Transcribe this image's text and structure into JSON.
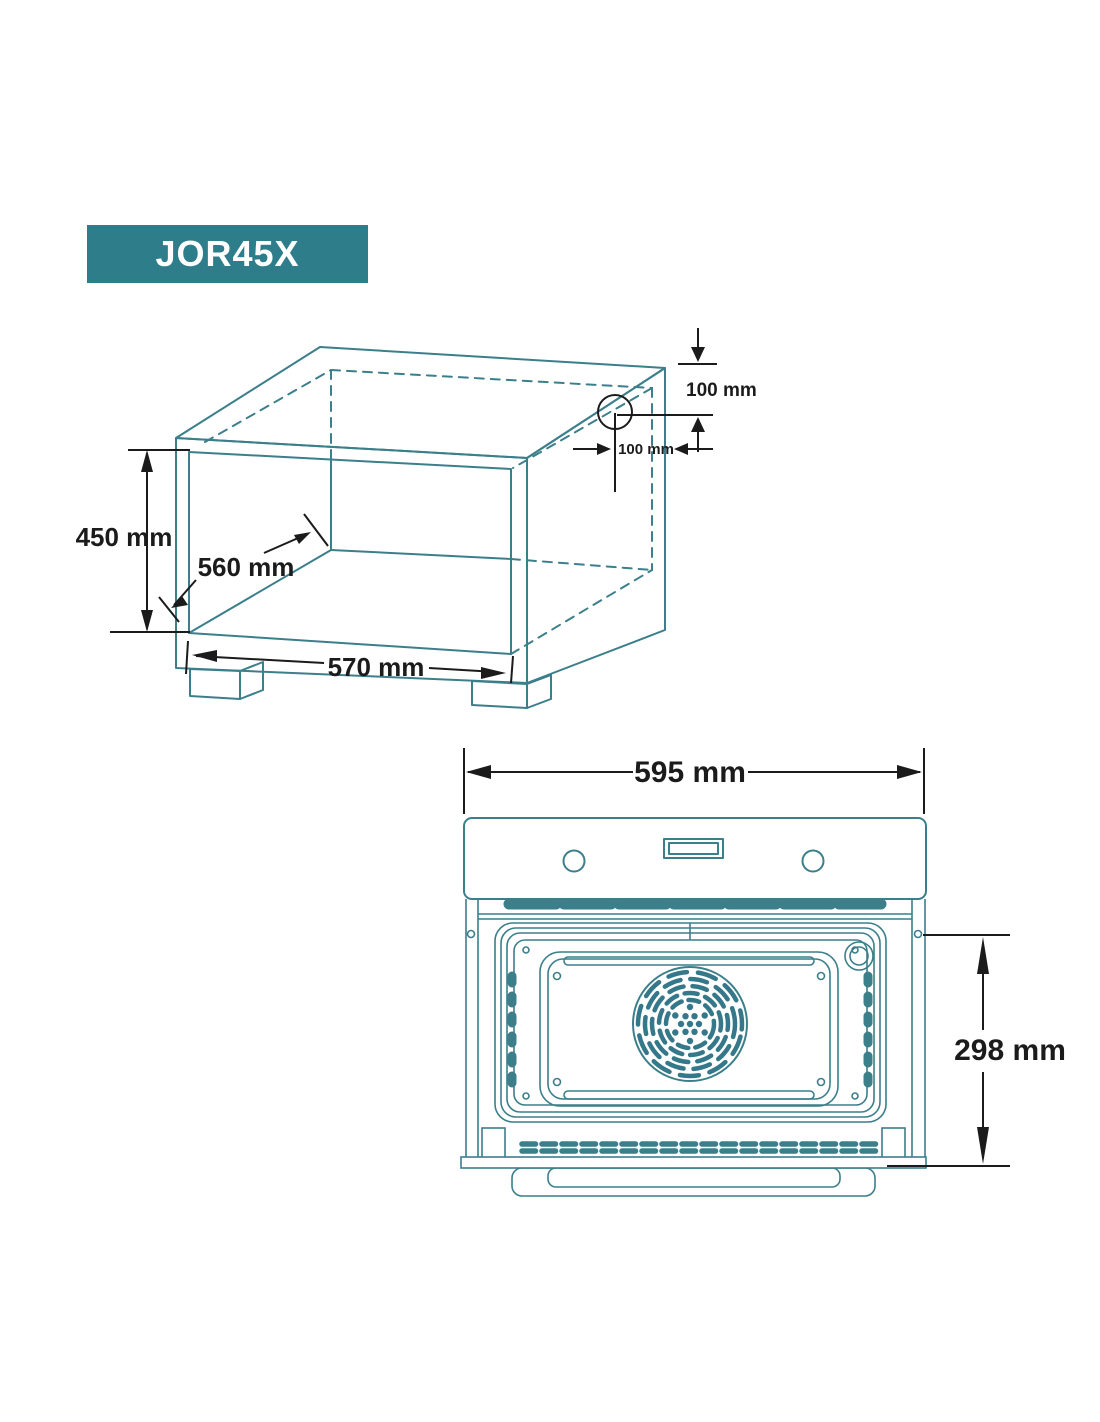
{
  "badge": {
    "label": "JOR45X",
    "background": "#2E7D8A",
    "text_color": "#FFFFFF"
  },
  "colors": {
    "drawing_lines": "#3B7F8B",
    "dimension_lines": "#1B1B1B",
    "page_background": "#FFFFFF"
  },
  "cabinet_cutout_view": {
    "dimensions": {
      "niche_height": "450 mm",
      "niche_depth": "560 mm",
      "niche_width": "570 mm",
      "hole_offset_vertical": "100 mm",
      "hole_offset_horizontal": "100 mm"
    }
  },
  "oven_front_view": {
    "dimensions": {
      "overall_width": "595 mm",
      "overall_height": "298 mm"
    }
  }
}
